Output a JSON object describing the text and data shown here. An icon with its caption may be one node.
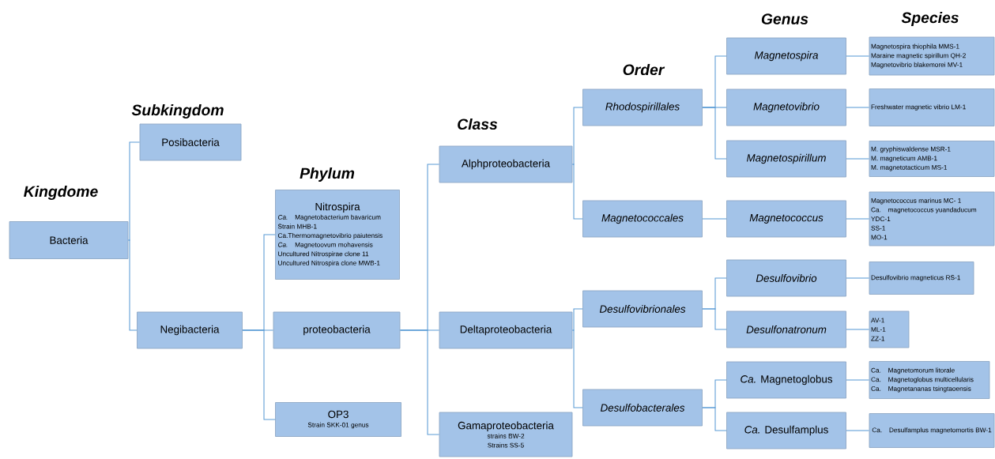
{
  "diagram": {
    "nodes": [
      {
        "text": [
          "Bacteria"
        ]
      },
      {
        "text": [
          "Posibacteria"
        ]
      },
      {
        "text": [
          "Negibacteria"
        ]
      },
      {
        "text": [
          "Nitrospira",
          "*Ca.* Magnetobacterium bavaricum",
          "Strain MHB-1",
          "Ca.Thermomagnetovibrio paiutensis",
          "*Ca.* Magnetoovum mohavensis",
          "Uncultured Nitrospirae clone 11",
          "Uncultured Nitrospira clone MWB-1"
        ]
      },
      {
        "text": [
          "proteobacteria"
        ]
      },
      {
        "text": [
          "OP3",
          "Strain SKK-01 genus"
        ]
      },
      {
        "text": [
          "Alphproteobacteria"
        ]
      },
      {
        "text": [
          "Deltaproteobacteria"
        ]
      },
      {
        "text": [
          "Gamaproteobacteria",
          "strains BW-2",
          "Strains SS-5"
        ]
      },
      {
        "text": [
          "Rhodospirillales"
        ]
      },
      {
        "text": [
          "Magnetococcales"
        ]
      },
      {
        "text": [
          "Desulfovibrionales"
        ]
      },
      {
        "text": [
          "Desulfobacterales"
        ]
      },
      {
        "text": [
          "Magnetospira"
        ]
      },
      {
        "text": [
          "Magnetovibrio"
        ]
      },
      {
        "text": [
          "Magnetospirillum"
        ]
      },
      {
        "text": [
          "Magnetococcus"
        ]
      },
      {
        "text": [
          "Desulfovibrio"
        ]
      },
      {
        "text": [
          "Desulfonatronum"
        ]
      },
      {
        "text": [
          "*Ca.* Magnetoglobus"
        ]
      },
      {
        "text": [
          "*Ca.* Desulfamplus"
        ]
      },
      {
        "text": [
          "Magnetospira thiophila MMS-1",
          "Maraine magnetic spirillum QH-2",
          "Magnetovibrio blakemorei MV-1"
        ]
      },
      {
        "text": [
          "Freshwater magnetic vibrio LM-1"
        ]
      },
      {
        "text": [
          "M. gryphiswaldense MSR-1",
          "M. magneticum AMB-1",
          "M. magnetotacticum MS-1"
        ]
      },
      {
        "text": [
          "Magnetococcus marinus MC- 1",
          "Ca. magnetococcus yuandaducum YDC-1",
          "SS-1",
          "MO-1"
        ]
      },
      {
        "text": [
          "Desulfovibrio magneticus RS-1"
        ]
      },
      {
        "text": [
          "AV-1",
          "ML-1",
          "ZZ-1"
        ]
      },
      {
        "text": [
          "Ca. Magnetomorum litorale",
          "Ca. Magnetoglobus multicellularis",
          "Ca. Magnetananas tsingtaoensis"
        ]
      },
      {
        "text": [
          "Ca. Desulfamplus magnetomortis BW-1"
        ]
      }
    ],
    "edges": [
      {
        "from": 0,
        "to": 1,
        "arrow": "none"
      },
      {
        "from": 0,
        "to": 2,
        "arrow": "none"
      },
      {
        "from": 2,
        "to": 3,
        "arrow": "none"
      },
      {
        "from": 2,
        "to": 4,
        "arrow": "none"
      },
      {
        "from": 2,
        "to": 5,
        "arrow": "none"
      },
      {
        "from": 4,
        "to": 6,
        "arrow": "none"
      },
      {
        "from": 4,
        "to": 7,
        "arrow": "none"
      },
      {
        "from": 4,
        "to": 8,
        "arrow": "none"
      },
      {
        "from": 6,
        "to": 9,
        "arrow": "none"
      },
      {
        "from": 6,
        "to": 10,
        "arrow": "none"
      },
      {
        "from": 7,
        "to": 11,
        "arrow": "none"
      },
      {
        "from": 7,
        "to": 12,
        "arrow": "none"
      },
      {
        "from": 9,
        "to": 13,
        "arrow": "none"
      },
      {
        "from": 9,
        "to": 14,
        "arrow": "none"
      },
      {
        "from": 9,
        "to": 15,
        "arrow": "none"
      },
      {
        "from": 10,
        "to": 16,
        "arrow": "none"
      },
      {
        "from": 11,
        "to": 17,
        "arrow": "none"
      },
      {
        "from": 11,
        "to": 18,
        "arrow": "none"
      },
      {
        "from": 12,
        "to": 19,
        "arrow": "none"
      },
      {
        "from": 12,
        "to": 20,
        "arrow": "none"
      },
      {
        "from": 13,
        "to": 21,
        "arrow": "none"
      },
      {
        "from": 14,
        "to": 22,
        "arrow": "none"
      },
      {
        "from": 15,
        "to": 23,
        "arrow": "none"
      },
      {
        "from": 16,
        "to": 24,
        "arrow": "none"
      },
      {
        "from": 17,
        "to": 25,
        "arrow": "none"
      },
      {
        "from": 18,
        "to": 26,
        "arrow": "none"
      },
      {
        "from": 19,
        "to": 27,
        "arrow": "none"
      },
      {
        "from": 20,
        "to": 28,
        "arrow": "none"
      }
    ],
    "labels": [
      "Kingdome",
      "Subkingdom",
      "Phylum",
      "Class",
      "Order",
      "Genus",
      "Species"
    ]
  }
}
